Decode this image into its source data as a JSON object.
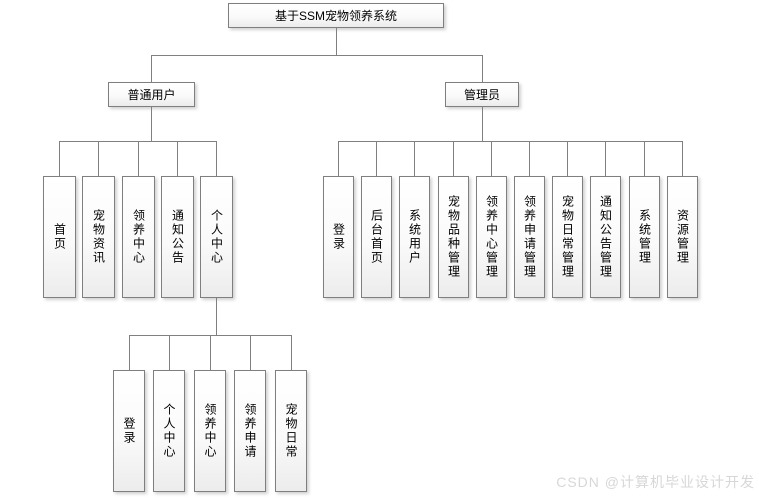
{
  "diagram": {
    "root": {
      "label": "基于SSM宠物领养系统"
    },
    "user_branch": {
      "label": "普通用户",
      "children": [
        "首页",
        "宠物资讯",
        "领养中心",
        "通知公告",
        "个人中心"
      ]
    },
    "admin_branch": {
      "label": "管理员",
      "children": [
        "登录",
        "后台首页",
        "系统用户",
        "宠物品种管理",
        "领养中心管理",
        "领养申请管理",
        "宠物日常管理",
        "通知公告管理",
        "系统管理",
        "资源管理"
      ]
    },
    "personal_branch": {
      "parent": "个人中心",
      "children": [
        "登录",
        "个人中心",
        "领养中心",
        "领养申请",
        "宠物日常"
      ]
    }
  },
  "watermark": {
    "text": "CSDN @计算机毕业设计开发"
  },
  "colors": {
    "line": "#808080",
    "node_border": "#7f7f7f",
    "node_fill_top": "#ffffff",
    "node_fill_bottom": "#ececec",
    "text": "#000000",
    "watermark": "#d7d7d7",
    "background": "#ffffff"
  }
}
